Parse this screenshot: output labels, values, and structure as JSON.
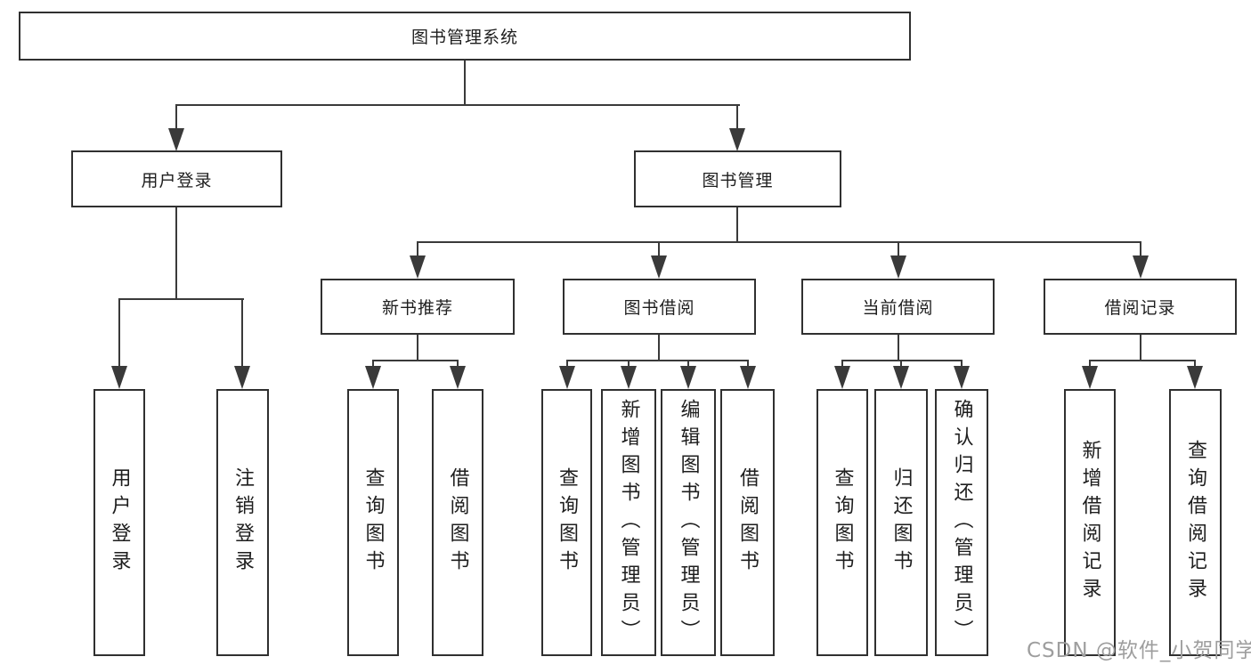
{
  "nodes": {
    "root": "图书管理系统",
    "user_login": "用户登录",
    "book_mgmt": "图书管理",
    "new_books": "新书推荐",
    "book_borrow": "图书借阅",
    "current_borrow": "当前借阅",
    "borrow_records": "借阅记录"
  },
  "leaves": [
    "用户登录",
    "注销登录",
    "查询图书",
    "借阅图书",
    "查询图书",
    "新增图书（管理员）",
    "编辑图书（管理员）",
    "借阅图书",
    "查询图书",
    "归还图书",
    "确认归还（管理员）",
    "新增借阅记录",
    "查询借阅记录"
  ],
  "watermark": {
    "text": "CSDN @软件_小贺同学"
  },
  "theme": {
    "line": "#3a3a3a",
    "border": "#303030",
    "background": "#ffffff",
    "text": "#1e1e1e",
    "watermark": "#9e9e9e"
  }
}
